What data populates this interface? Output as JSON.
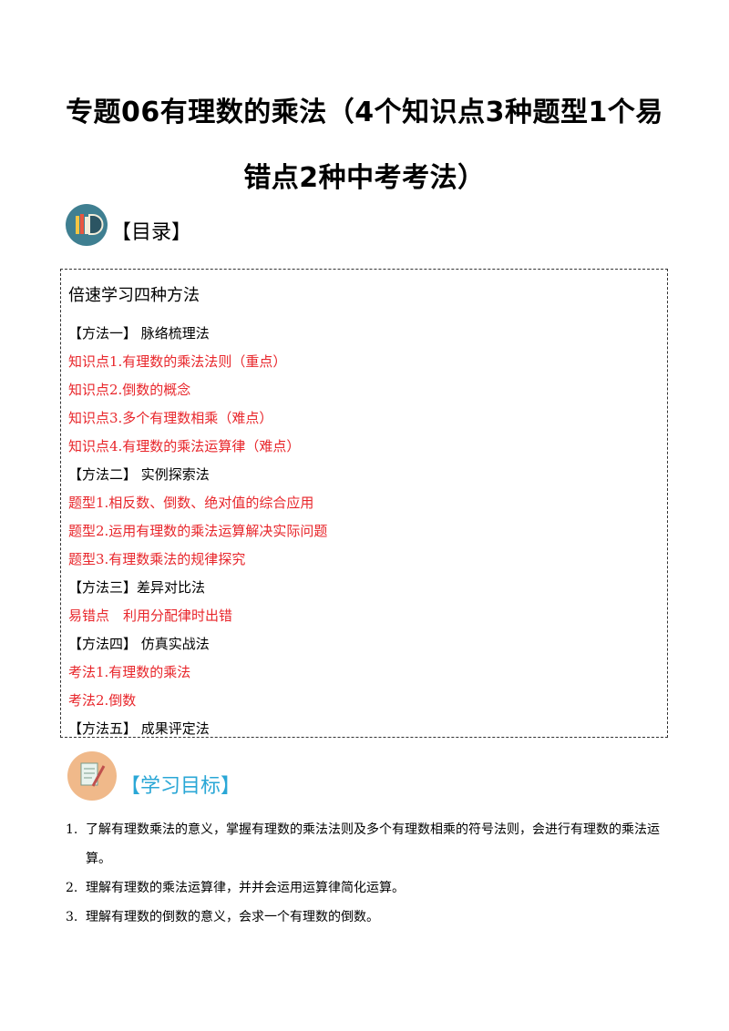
{
  "title": {
    "line1": "专题06有理数的乘法（4个知识点3种题型1个易",
    "line2": "错点2种中考考法）"
  },
  "toc": {
    "label": "【目录】",
    "heading": "倍速学习四种方法",
    "items": [
      {
        "text": "【方法一】 脉络梳理法",
        "red": false
      },
      {
        "text": "知识点1.有理数的乘法法则（重点）",
        "red": true
      },
      {
        "text": "知识点2.倒数的概念",
        "red": true
      },
      {
        "text": "知识点3.多个有理数相乘（难点）",
        "red": true
      },
      {
        "text": "知识点4.有理数的乘法运算律（难点）",
        "red": true
      },
      {
        "text": "【方法二】 实例探索法",
        "red": false
      },
      {
        "text": "题型1.相反数、倒数、绝对值的综合应用",
        "red": true
      },
      {
        "text": "题型2.运用有理数的乘法运算解决实际问题",
        "red": true
      },
      {
        "text": "题型3.有理数乘法的规律探究",
        "red": true
      },
      {
        "text": "【方法三】差异对比法",
        "red": false
      },
      {
        "text": "易错点　利用分配律时出错",
        "red": true
      },
      {
        "text": "【方法四】 仿真实战法",
        "red": false
      },
      {
        "text": "考法1.有理数的乘法",
        "red": true
      },
      {
        "text": "考法2.倒数",
        "red": true
      },
      {
        "text": "【方法五】 成果评定法",
        "red": false
      }
    ],
    "text_color_red": "#e8262b"
  },
  "goals": {
    "label": "【学习目标】",
    "label_color": "#2aa7d6",
    "items": [
      {
        "num": "1.",
        "text": "了解有理数乘法的意义，掌握有理数的乘法法则及多个有理数相乘的符号法则，会进行有理数的乘法运算。"
      },
      {
        "num": "2.",
        "text": "理解有理数的乘法运算律，并并会运用运算律简化运算。"
      },
      {
        "num": "3.",
        "text": "理解有理数的倒数的意义，会求一个有理数的倒数。"
      }
    ]
  },
  "icons": {
    "toc_icon": "books-icon",
    "goal_icon": "notepad-pencil-icon"
  }
}
